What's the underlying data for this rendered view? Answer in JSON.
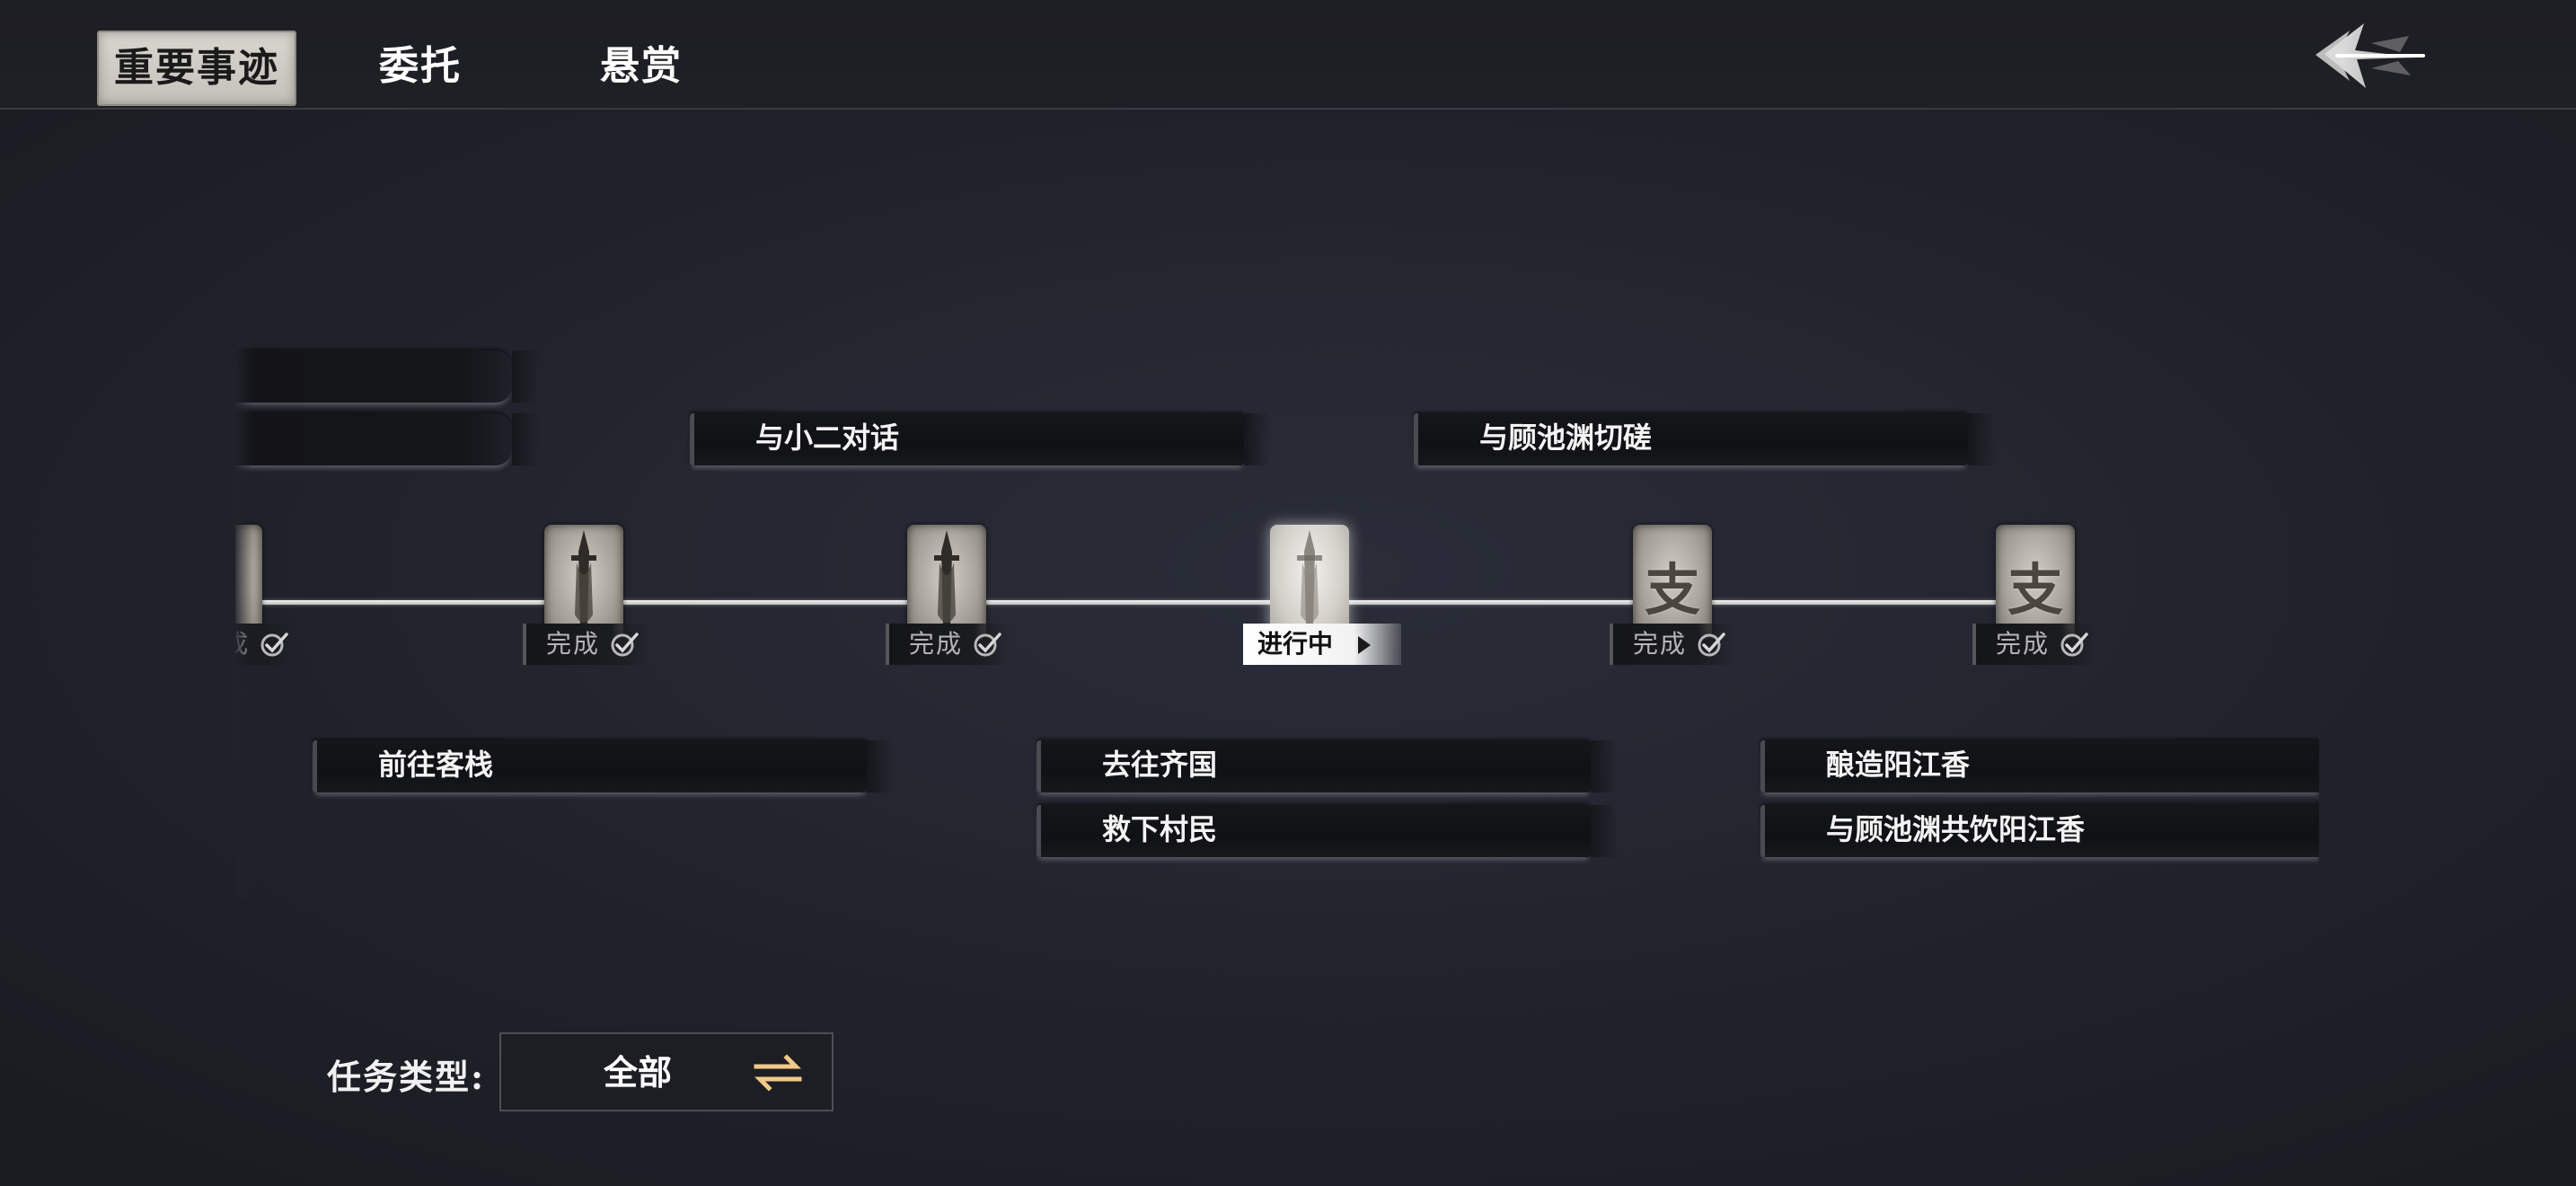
{
  "tabs": [
    {
      "label": "重要事迹",
      "active": true
    },
    {
      "label": "委托",
      "active": false
    },
    {
      "label": "悬赏",
      "active": false
    }
  ],
  "upper_tasks": [
    {
      "label": ""
    },
    {
      "label": ""
    },
    {
      "label": "与小二对话"
    },
    {
      "label": "与顾池渊切磋"
    }
  ],
  "lower_tasks": [
    {
      "label": "前往客栈"
    },
    {
      "label": "去往齐国"
    },
    {
      "label": "救下村民"
    },
    {
      "label": "酿造阳江香"
    },
    {
      "label": "与顾池渊共饮阳江香"
    }
  ],
  "nodes": [
    {
      "icon": "sword-scroll-icon",
      "status": "完成"
    },
    {
      "icon": "sword-scroll-icon",
      "status": "完成"
    },
    {
      "icon": "sword-scroll-icon",
      "status": "完成"
    },
    {
      "icon": "sword-scroll-icon",
      "status": "进行中"
    },
    {
      "icon": "branch-char-icon",
      "glyph": "支",
      "status": "完成"
    },
    {
      "icon": "branch-char-icon",
      "glyph": "支",
      "status": "完成"
    }
  ],
  "filter": {
    "label": "任务类型:",
    "value": "全部"
  },
  "colors": {
    "background": "#21232c",
    "active_tab": "#cfccc5",
    "swap_icon": "#f2c98a",
    "text": "#f4f4f4"
  }
}
